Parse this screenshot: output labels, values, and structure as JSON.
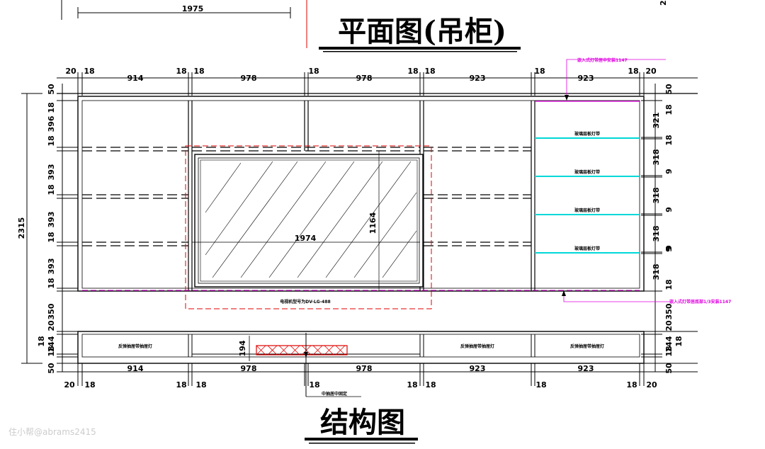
{
  "titles": {
    "plan": "平面图(吊柜)",
    "structure": "结构图"
  },
  "top_partial_dim": "1975",
  "watermark": "住小帮@abrams2415",
  "top_dims_row": [
    "20",
    "18",
    "914",
    "18",
    "18",
    "978",
    "18",
    "978",
    "18",
    "18",
    "923",
    "18",
    "923",
    "18",
    "20"
  ],
  "bottom_dims_row": [
    "914",
    "978",
    "978",
    "923",
    "923"
  ],
  "bottom_small_row": [
    "20",
    "18",
    "18",
    "18",
    "18",
    "18",
    "18",
    "18",
    "18",
    "20"
  ],
  "left_dims": [
    "50",
    "18",
    "396",
    "18",
    "393",
    "18",
    "393",
    "18",
    "393",
    "18",
    "350",
    "20",
    "18",
    "144",
    "18",
    "50"
  ],
  "left_total": "2315",
  "right_dims": [
    "50",
    "18",
    "321",
    "18",
    "9",
    "318",
    "9",
    "318",
    "9",
    "318",
    "9",
    "318",
    "18",
    "350",
    "20",
    "18",
    "144",
    "18",
    "50"
  ],
  "tv_width": "1974",
  "tv_height": "1164",
  "bottom_height": "194",
  "notes": {
    "tv_label": "电视机型号为DV-LG-488",
    "top_right": "嵌入式灯带居中安装1147",
    "right_mid": "嵌入式灯带居底部1/3安装1147",
    "shelf": "玻璃层板灯带",
    "drawer": "反弹抽屉带抽屉灯",
    "center_bottom": "中抽居中固定"
  },
  "colors": {
    "line": "#000000",
    "red": "#e00000",
    "magenta": "#e000e0",
    "cyan": "#00d8d8"
  }
}
